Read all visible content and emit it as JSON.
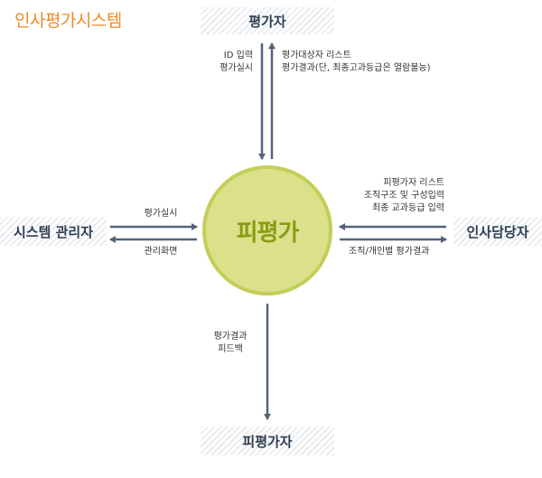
{
  "title": "인사평가시스템",
  "actors": {
    "top": "평가자",
    "bottom": "피평가자",
    "left": "시스템 관리자",
    "right": "인사담당자"
  },
  "center": "피평가",
  "flows": {
    "top_down": [
      "ID 입력",
      "평가실시"
    ],
    "top_up": [
      "평가대상자 리스트",
      "평가결과(단, 최종고과등급은 열람불능)"
    ],
    "left_in": [
      "평가실시"
    ],
    "left_out": [
      "관리화면"
    ],
    "right_in": [
      "피평가자 리스트",
      "조직구조 및 구성입력",
      "최종 교과등급 입력"
    ],
    "right_out": [
      "조직/개인별 평가결과"
    ],
    "bottom": [
      "평가결과",
      "피드백"
    ]
  },
  "colors": {
    "title": "#f08a24",
    "arrow": "#54647a",
    "circle_fill": "#dbe08a",
    "circle_border": "#c3ce58",
    "circle_text": "#8a9b14"
  }
}
